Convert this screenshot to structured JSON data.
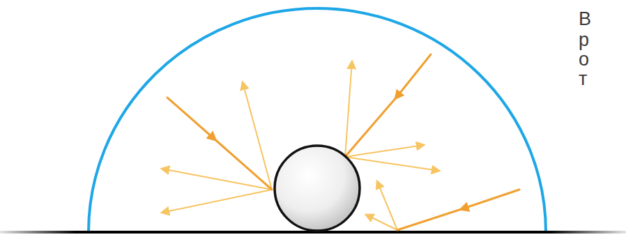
{
  "diagram": {
    "labels": [
      "В",
      "р",
      "о",
      "т"
    ]
  }
}
